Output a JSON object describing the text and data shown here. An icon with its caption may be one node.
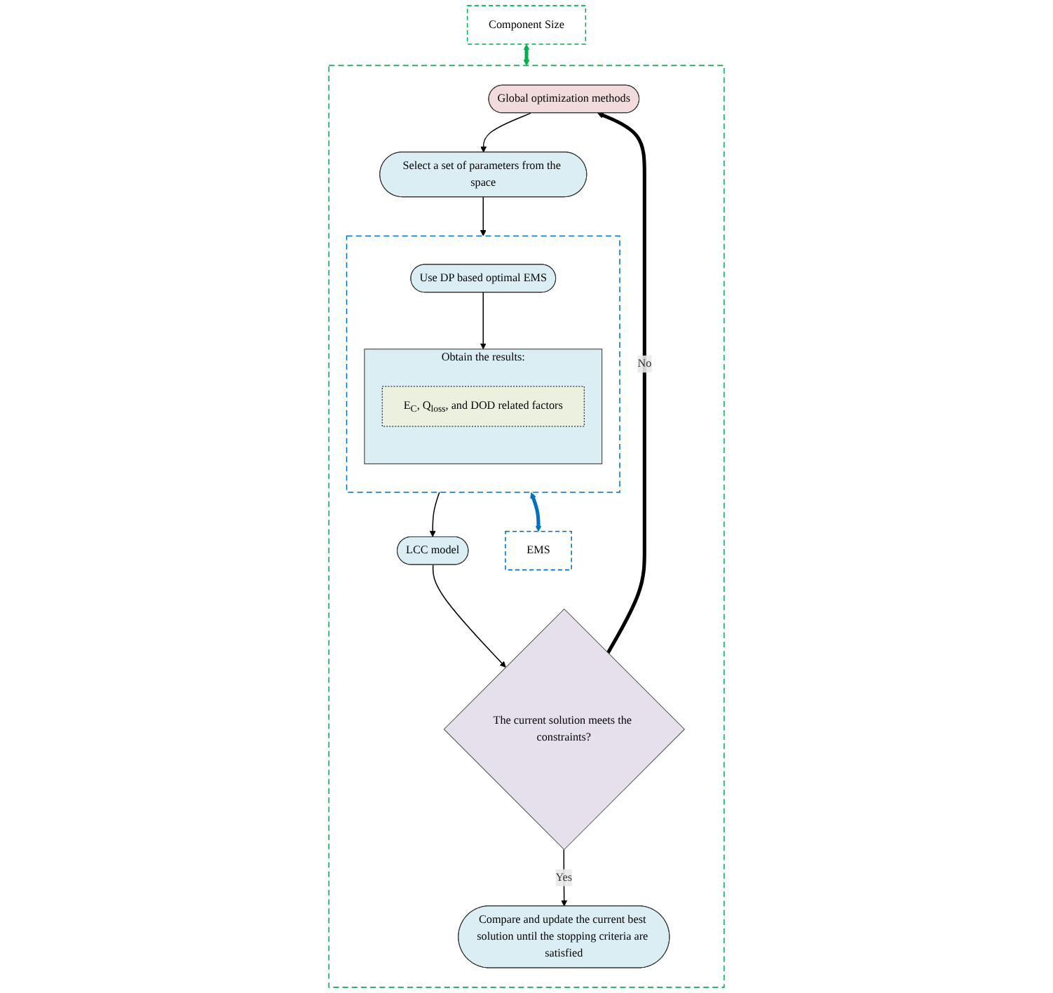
{
  "diagram": {
    "nodes": [
      {
        "text": [],
        "shape": "box"
      },
      {
        "text": [
          "Global optimization methods"
        ],
        "in": 0
      },
      {
        "text": [
          "Select a set of parameters from the space"
        ],
        "in": 0
      },
      {
        "text": [],
        "shape": "box",
        "in": 0
      },
      {
        "text": [
          "Use DP based optimal EMS"
        ],
        "in": 3
      },
      {
        "text": [
          "Obtain the results:"
        ],
        "in": 3
      },
      {
        "text": [
          "E$_{C}$, Q$_{loss}$, and DOD related factors"
        ],
        "in": 5
      },
      {
        "text": [
          "LCC model"
        ],
        "in": 0
      },
      {
        "text": [
          "The current solution meets the constraints?"
        ],
        "in": 0
      },
      {
        "text": [
          "Compare and update the current best solution until the stopping criteria are satisfied"
        ],
        "in": 0
      },
      {
        "text": [
          "Component Size"
        ]
      },
      {
        "text": [
          "EMS"
        ],
        "in": 0
      }
    ],
    "edges": [
      {
        "from": 1,
        "to": 2,
        "arrow": "to"
      },
      {
        "from": 2,
        "to": 3,
        "arrow": "to"
      },
      {
        "from": 4,
        "to": 5,
        "arrow": "to"
      },
      {
        "from": 3,
        "to": 7,
        "arrow": "to"
      },
      {
        "from": 7,
        "to": 8,
        "arrow": "to"
      },
      {
        "from": 8,
        "to": 1,
        "arrow": "to",
        "label": "No",
        "style": "thick"
      },
      {
        "from": 8,
        "to": 9,
        "arrow": "to",
        "label": "Yes"
      },
      {
        "from": 3,
        "to": 11,
        "arrow": "both",
        "style": "thick",
        "color": "#0070c0"
      },
      {
        "from": 10,
        "to": 0,
        "arrow": "both",
        "style": "thick",
        "color": "#00b050"
      }
    ]
  }
}
